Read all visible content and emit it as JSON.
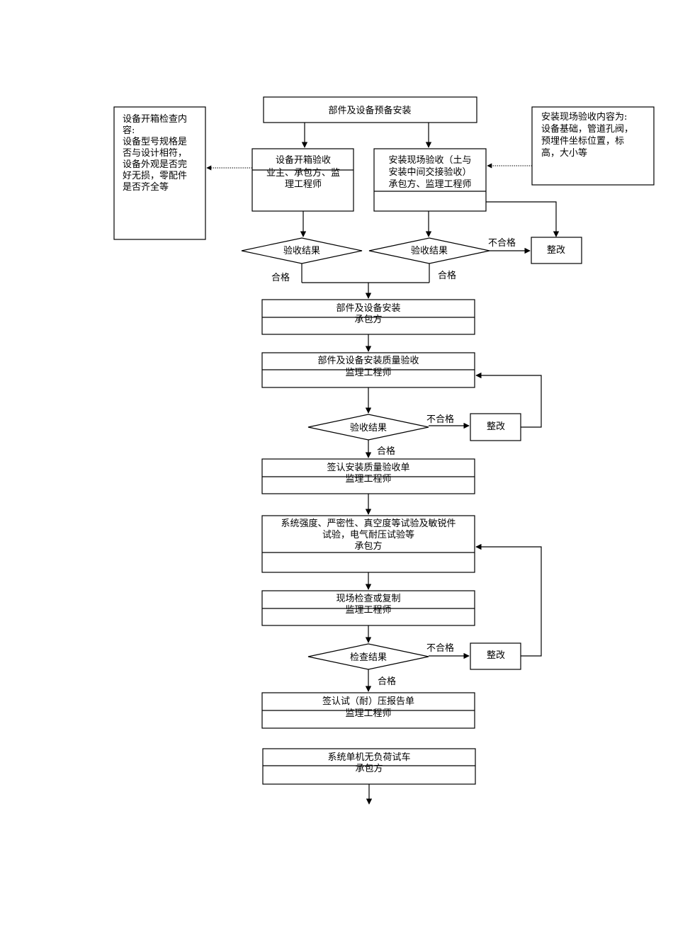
{
  "top_box": "部件及设备预备安装",
  "left_note": [
    "设备开箱检查内",
    "容:",
    "设备型号规格是",
    "否与设计相符，",
    "设备外观是否完",
    "好无损，零配件",
    "是否齐全等"
  ],
  "right_note": [
    "安装现场验收内容为:",
    "设备基础，管道孔阀，",
    "预埋件坐标位置，标",
    "高，大小等"
  ],
  "box_unpack": [
    "设备开箱验收",
    "业主、承包方、监",
    "理工程师"
  ],
  "box_site": [
    "安装现场验收（土与",
    "安装中间交接验收）",
    "承包方、监理工程师"
  ],
  "diamond_result_1": "验收结果",
  "diamond_result_2": "验收结果",
  "fail_label_1": "不合格",
  "rectify_1": "整改",
  "pass_label_1": "合格",
  "pass_label_2": "合格",
  "box_install": [
    "部件及设备安装",
    "承包方"
  ],
  "box_quality": [
    "部件及设备安装质量验收",
    "监理工程师"
  ],
  "diamond_result_3": "验收结果",
  "fail_label_2": "不合格",
  "rectify_2": "整改",
  "pass_label_3": "合格",
  "box_sign_quality": [
    "签认安装质量验收单",
    "监理工程师"
  ],
  "box_test": [
    "系统强度、严密性、真空度等试验及敏锐件",
    "试验，电气耐压试验等",
    "承包方"
  ],
  "box_check": [
    "现场检查或复制",
    "监理工程师"
  ],
  "diamond_check": "检查结果",
  "fail_label_3": "不合格",
  "rectify_3": "整改",
  "pass_label_4": "合格",
  "box_sign_pressure": [
    "签认试（耐）压报告单",
    "监理工程师"
  ],
  "box_trial": [
    "系统单机无负荷试车",
    "承包方"
  ]
}
